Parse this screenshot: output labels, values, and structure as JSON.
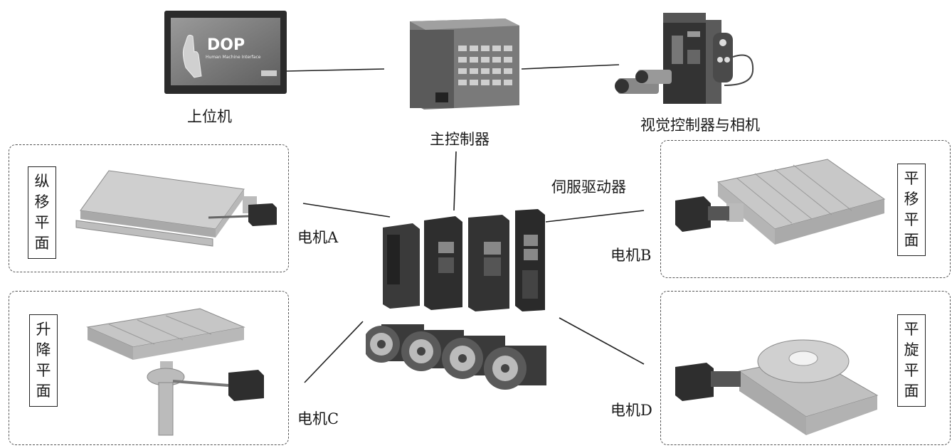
{
  "nodes": {
    "host": "上位机",
    "main_controller": "主控制器",
    "vision": "视觉控制器与相机",
    "servo": "伺服驱动器"
  },
  "motors": {
    "a": "电机A",
    "b": "电机B",
    "c": "电机C",
    "d": "电机D"
  },
  "panels": {
    "longitudinal": [
      "纵",
      "移",
      "平",
      "面"
    ],
    "translation": [
      "平",
      "移",
      "平",
      "面"
    ],
    "lift": [
      "升",
      "降",
      "平",
      "面"
    ],
    "rotation": [
      "平",
      "旋",
      "平",
      "面"
    ]
  },
  "hmi_screen": {
    "title": "DOP",
    "subtitle": "Human Machine Interface"
  }
}
